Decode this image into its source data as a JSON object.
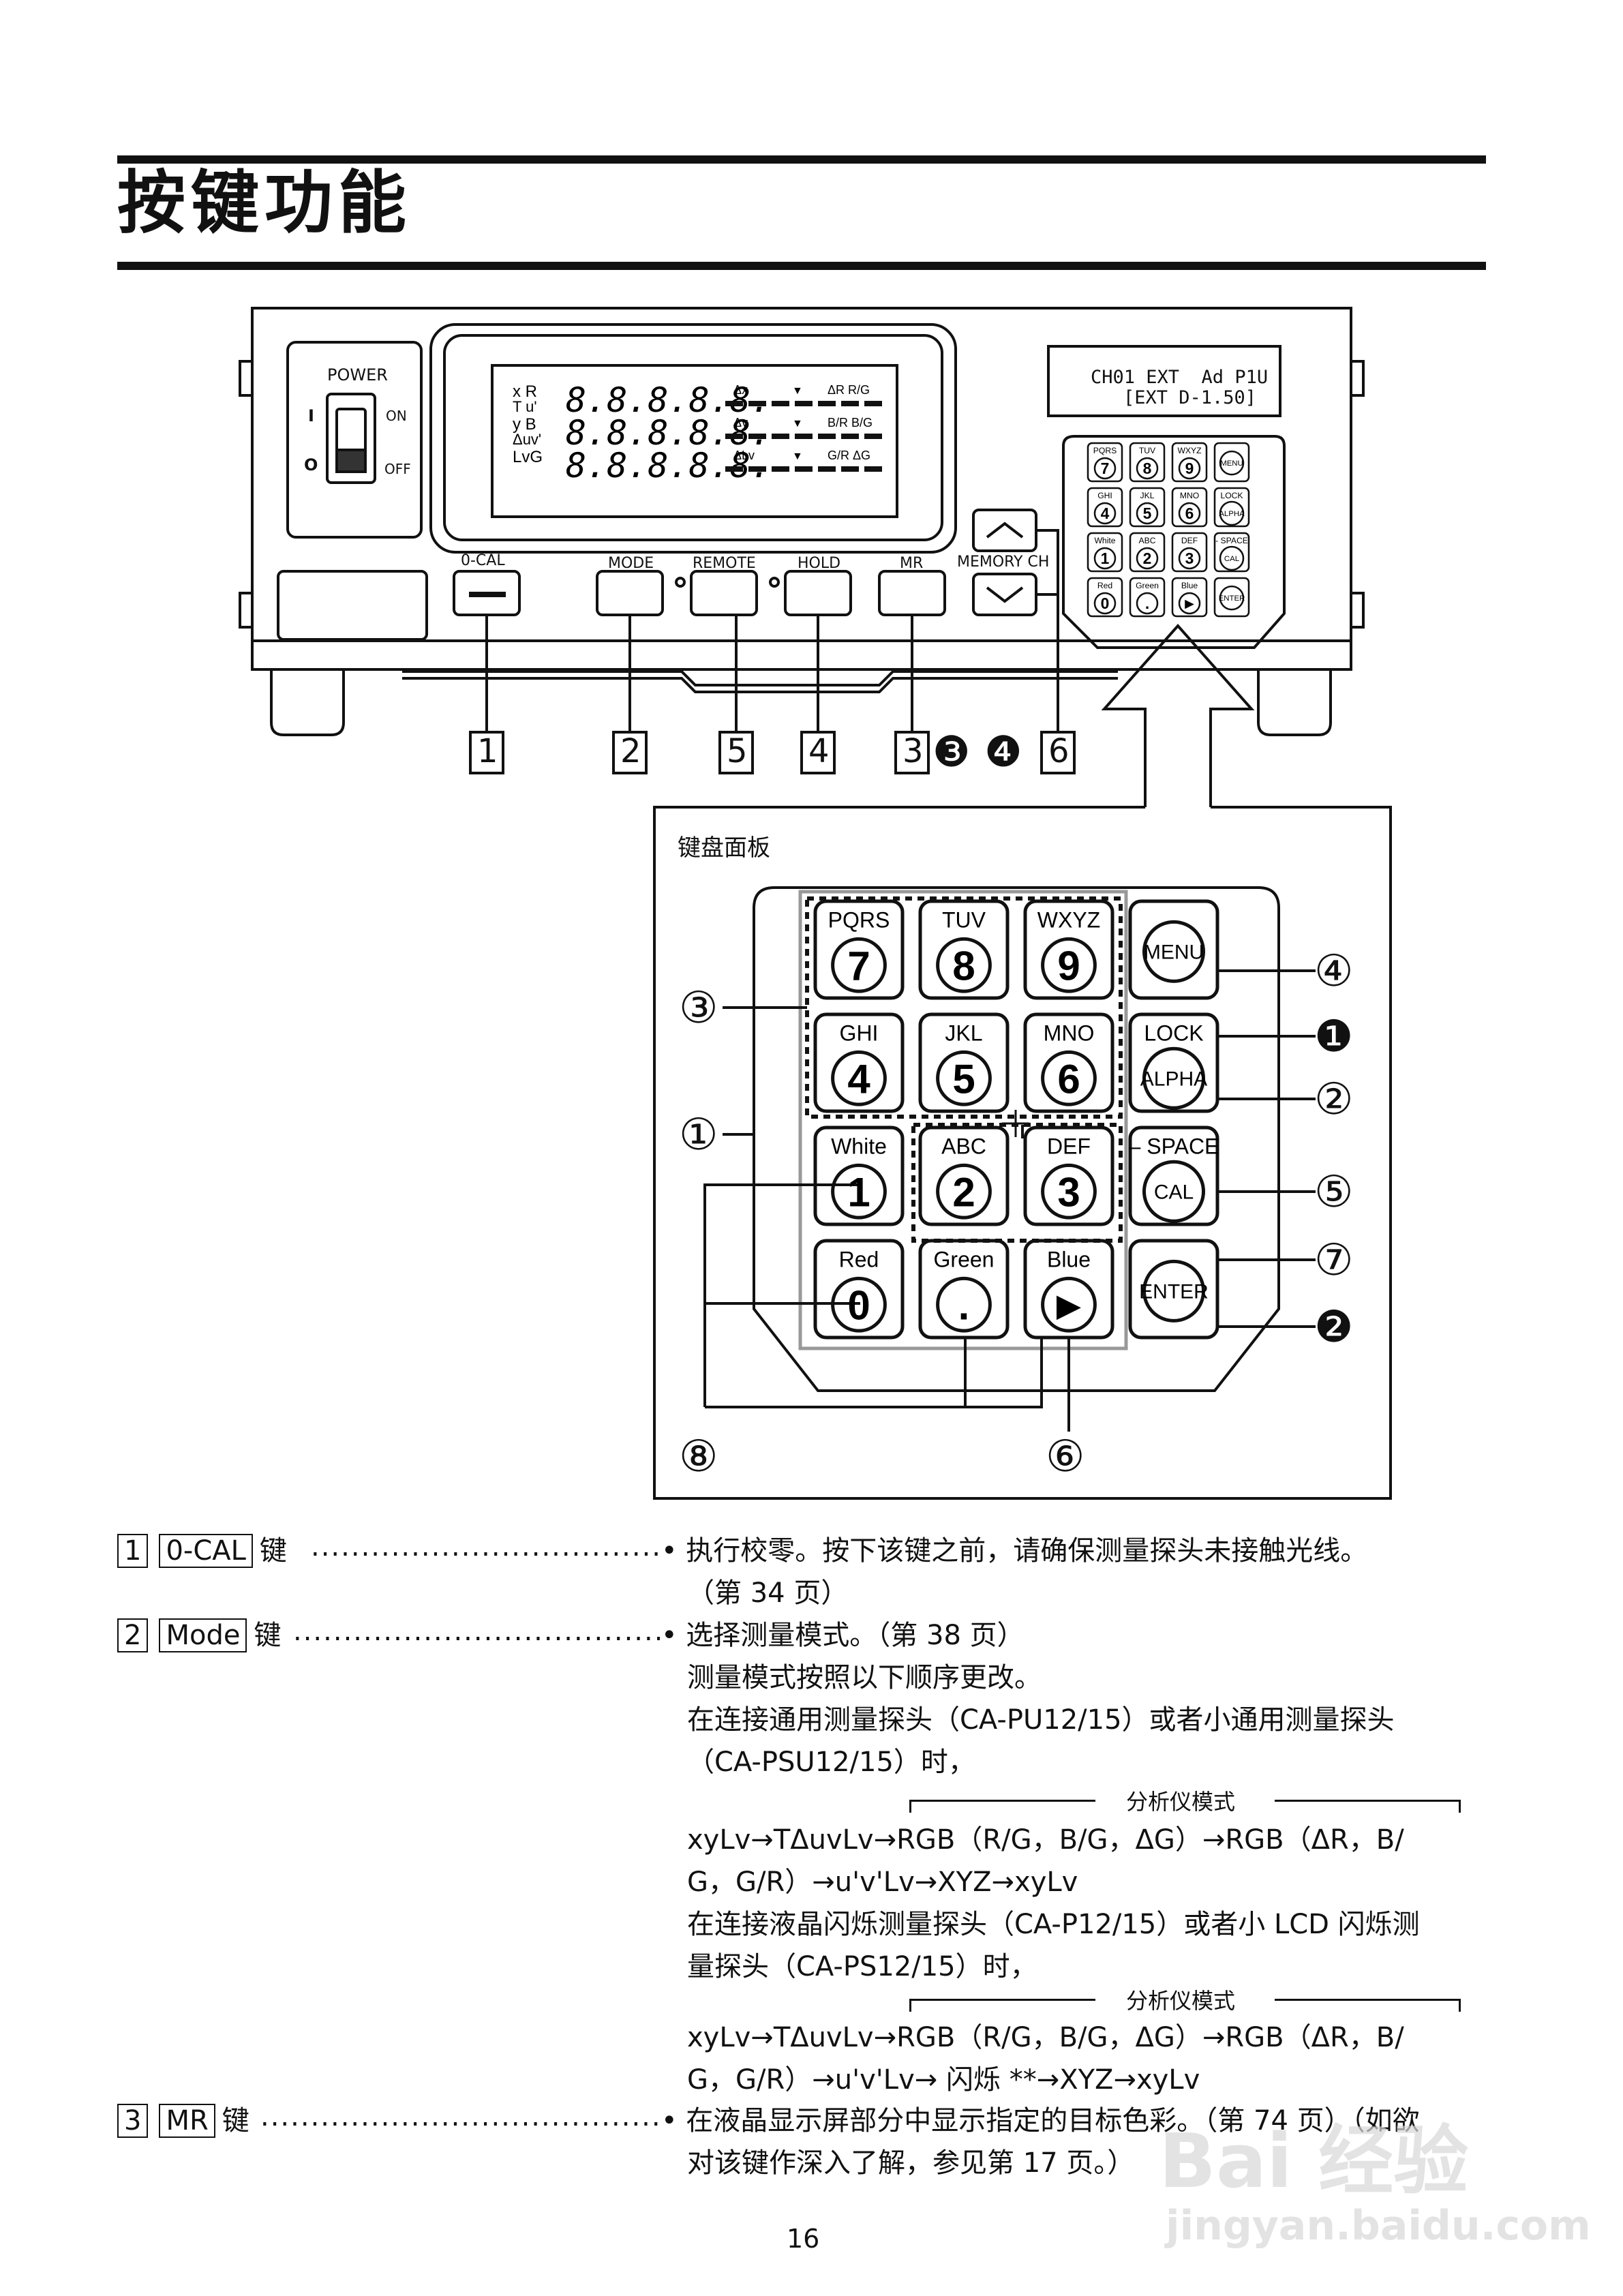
{
  "page": {
    "title": "按键功能",
    "page_number": "16",
    "watermark": "Bai 经验",
    "watermark_url": "jingyan.baidu.com"
  },
  "device": {
    "power_label": "POWER",
    "on_label": "ON",
    "off_label": "OFF",
    "power_i": "I",
    "power_o": "O",
    "lcd_rows": [
      {
        "label_a": "x R",
        "label_b": "T u'",
        "value": "8.8.8.8.8.",
        "sub": "Δx",
        "arrow": "▼",
        "right": "ΔR R/G"
      },
      {
        "label_a": "y B",
        "label_b": "Δuv'",
        "value": "8.8.8.8.8.",
        "sub": "Δy",
        "arrow": "▼",
        "right": "B/R B/G"
      },
      {
        "label_a": "LvG",
        "label_b": "",
        "value": "8.8.8.8.8.",
        "sub": "ΔLv",
        "arrow": "▼",
        "right": "G/R ΔG"
      }
    ],
    "display_line1": "CH01 EXT  Ad P1U",
    "display_line2": "[EXT D-1.50]",
    "buttons": {
      "zero_cal": "0-CAL",
      "mode": "MODE",
      "remote": "REMOTE",
      "hold": "HOLD",
      "mr": "MR",
      "memory_ch": "MEMORY CH"
    },
    "callouts": [
      "1",
      "2",
      "5",
      "4",
      "3",
      "❸",
      "❹",
      "6"
    ]
  },
  "keypad": {
    "panel_title": "键盘面板",
    "keys": [
      {
        "letters": "PQRS",
        "digit": "7"
      },
      {
        "letters": "TUV",
        "digit": "8"
      },
      {
        "letters": "WXYZ",
        "digit": "9"
      },
      {
        "letters": "",
        "digit": "MENU"
      },
      {
        "letters": "GHI",
        "digit": "4"
      },
      {
        "letters": "JKL",
        "digit": "5"
      },
      {
        "letters": "MNO",
        "digit": "6"
      },
      {
        "letters": "LOCK",
        "digit": "ALPHA"
      },
      {
        "letters": "White",
        "digit": "1"
      },
      {
        "letters": "ABC",
        "digit": "2"
      },
      {
        "letters": "DEF",
        "digit": "3"
      },
      {
        "letters": "– SPACE",
        "digit": "CAL"
      },
      {
        "letters": "Red",
        "digit": "0"
      },
      {
        "letters": "Green",
        "digit": "."
      },
      {
        "letters": "Blue",
        "digit": "►"
      },
      {
        "letters": "",
        "digit": "ENTER"
      }
    ],
    "small_keys": [
      {
        "letters": "PQRS",
        "digit": "7"
      },
      {
        "letters": "TUV",
        "digit": "8"
      },
      {
        "letters": "WXYZ",
        "digit": "9"
      },
      {
        "letters": "",
        "digit": "MENU"
      },
      {
        "letters": "GHI",
        "digit": "4"
      },
      {
        "letters": "JKL",
        "digit": "5"
      },
      {
        "letters": "MNO",
        "digit": "6"
      },
      {
        "letters": "LOCK",
        "digit": "ALPHA"
      },
      {
        "letters": "White",
        "digit": "1"
      },
      {
        "letters": "ABC",
        "digit": "2"
      },
      {
        "letters": "DEF",
        "digit": "3"
      },
      {
        "letters": "- SPACE",
        "digit": "CAL"
      },
      {
        "letters": "Red",
        "digit": "0"
      },
      {
        "letters": "Green",
        "digit": "."
      },
      {
        "letters": "Blue",
        "digit": "►"
      },
      {
        "letters": "",
        "digit": "ENTER"
      }
    ],
    "callouts": {
      "c4": "④",
      "c_black1": "❶",
      "c2": "②",
      "c5": "⑤",
      "c7": "⑦",
      "c_black2": "❷",
      "c3": "③",
      "c1": "①",
      "c8": "⑧",
      "c6": "⑥"
    }
  },
  "entries": [
    {
      "num": "1",
      "key": "0-CAL",
      "suffix": "键",
      "lines": [
        "• 执行校零。按下该键之前，请确保测量探头未接触光线。",
        "（第 34 页）"
      ]
    },
    {
      "num": "2",
      "key": "Mode",
      "suffix": "键",
      "lines": [
        "• 选择测量模式。（第 38 页）",
        "测量模式按照以下顺序更改。",
        "在连接通用测量探头（CA-PU12/15）或者小通用测量探头",
        "（CA-PSU12/15）时，"
      ],
      "bracket1": "分析仪模式",
      "seq1": [
        "xyLv→TΔuvLv→RGB（R/G，B/G，ΔG）→RGB（ΔR，B/",
        "G，G/R）→u'v'Lv→XYZ→xyLv"
      ],
      "lines2": [
        "在连接液晶闪烁测量探头（CA-P12/15）或者小 LCD 闪烁测",
        "量探头（CA-PS12/15）时，"
      ],
      "bracket2": "分析仪模式",
      "seq2": [
        "xyLv→TΔuvLv→RGB（R/G，B/G，ΔG）→RGB（ΔR，B/",
        "G，G/R）→u'v'Lv→ 闪烁 **→XYZ→xyLv"
      ]
    },
    {
      "num": "3",
      "key": "MR",
      "suffix": "键",
      "lines": [
        "• 在液晶显示屏部分中显示指定的目标色彩。（第 74 页）（如欲",
        "对该键作深入了解，参见第 17 页。）"
      ]
    }
  ]
}
